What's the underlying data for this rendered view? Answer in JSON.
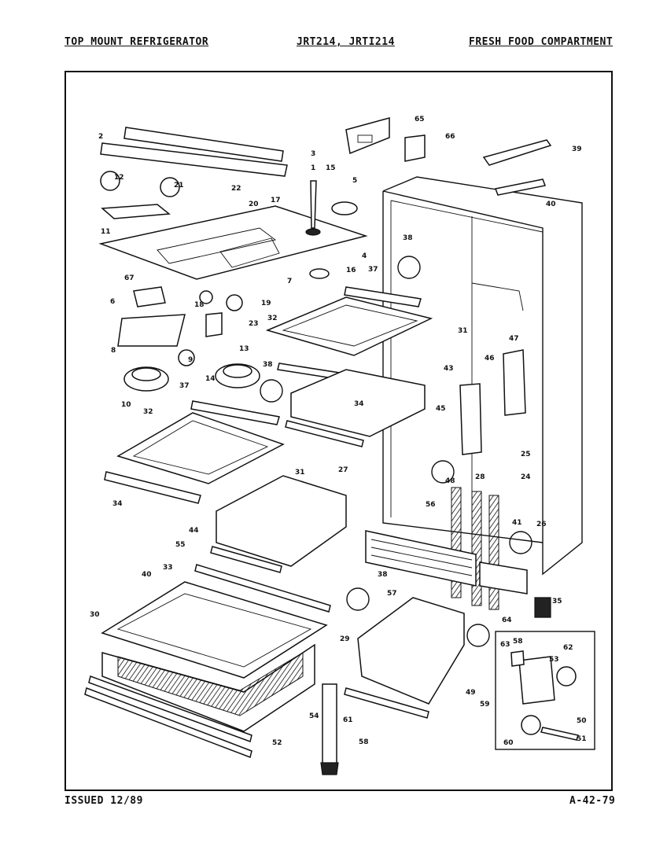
{
  "header": {
    "left": "TOP MOUNT REFRIGERATOR",
    "center": "JRT214, JRTI214",
    "right": "FRESH FOOD COMPARTMENT"
  },
  "footer": {
    "left": "ISSUED 12/89",
    "right": "A-42-79"
  },
  "callouts": [
    "2",
    "3",
    "1",
    "15",
    "65",
    "66",
    "39",
    "12",
    "21",
    "22",
    "20",
    "17",
    "5",
    "40",
    "11",
    "4",
    "38",
    "67",
    "16",
    "37",
    "6",
    "18",
    "19",
    "7",
    "32",
    "31",
    "8",
    "9",
    "23",
    "13",
    "47",
    "46",
    "38",
    "43",
    "10",
    "14",
    "37",
    "34",
    "45",
    "32",
    "25",
    "24",
    "48",
    "31",
    "28",
    "34",
    "27",
    "56",
    "26",
    "41",
    "44",
    "55",
    "38",
    "33",
    "40",
    "57",
    "35",
    "30",
    "29",
    "64",
    "63",
    "58",
    "62",
    "53",
    "49",
    "54",
    "61",
    "59",
    "50",
    "52",
    "58",
    "60",
    "51"
  ]
}
